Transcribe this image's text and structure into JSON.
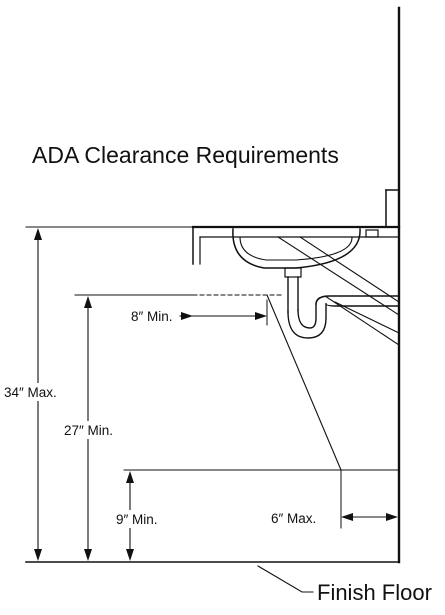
{
  "title": "ADA Clearance Requirements",
  "dimensions": {
    "max_34": "34″ Max.",
    "min_27": "27″ Min.",
    "min_9": "9″ Min.",
    "min_8": "8″ Min.",
    "max_6": "6″ Max."
  },
  "floor_label": "Finish Floor",
  "colors": {
    "line": "#111111",
    "background": "#ffffff"
  }
}
